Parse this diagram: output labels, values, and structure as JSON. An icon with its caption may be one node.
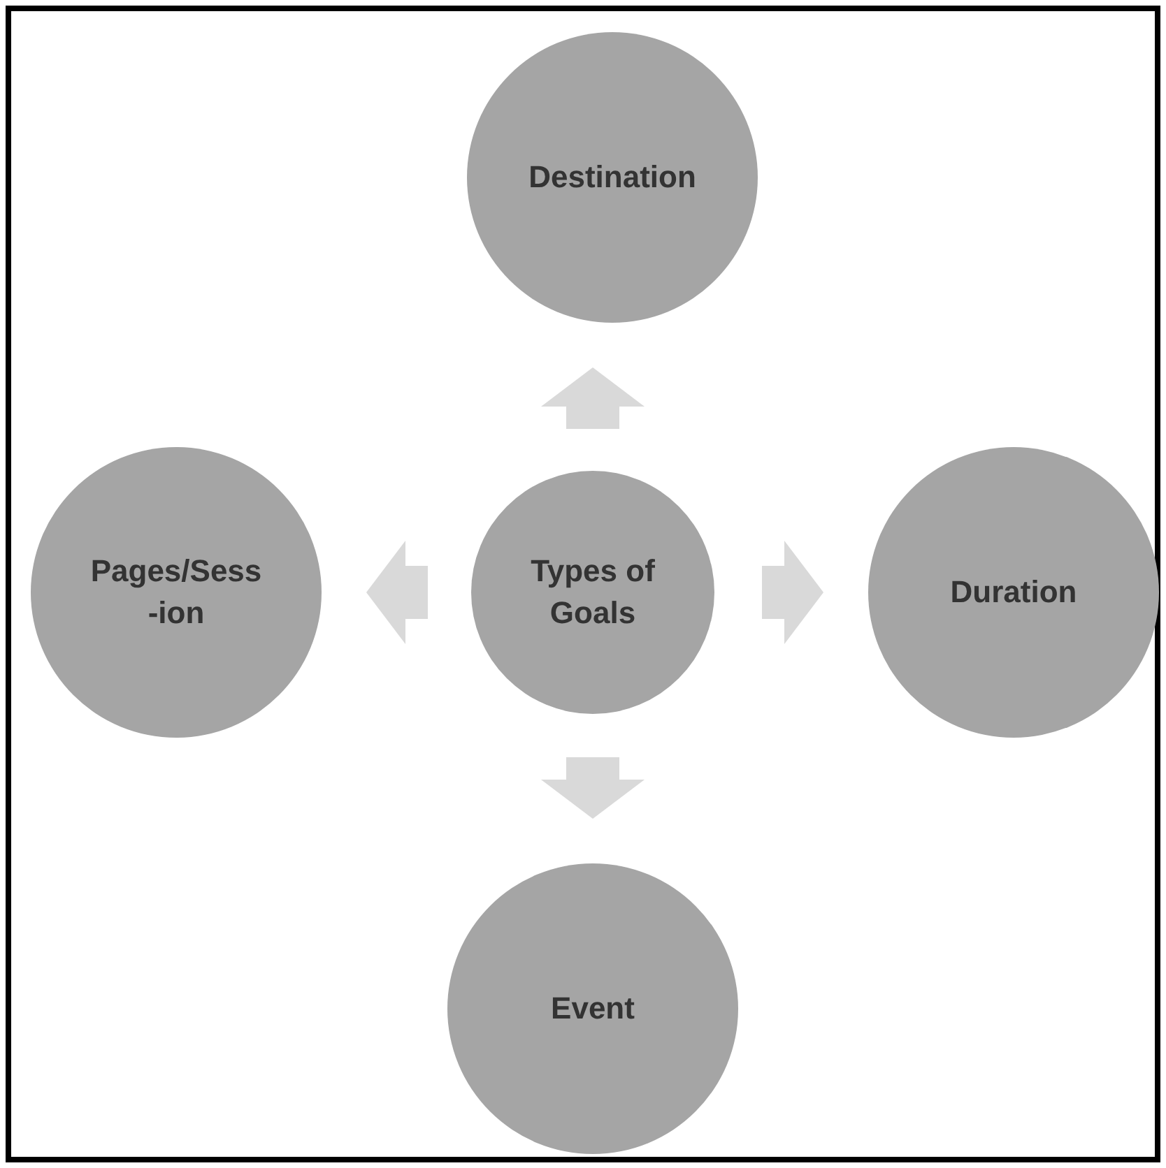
{
  "diagram": {
    "nodes": [
      {
        "text": [
          "Destination"
        ]
      },
      {
        "text": [
          "Pages/Sess -ion"
        ]
      },
      {
        "text": [
          "Types of Goals"
        ]
      },
      {
        "text": [
          "Duration"
        ]
      },
      {
        "text": [
          "Event"
        ]
      }
    ],
    "edges": [
      {
        "from": 2,
        "to": 0,
        "arrow": "to"
      },
      {
        "from": 2,
        "to": 3,
        "arrow": "to"
      },
      {
        "from": 2,
        "to": 4,
        "arrow": "to"
      },
      {
        "from": 2,
        "to": 1,
        "arrow": "to"
      }
    ]
  }
}
